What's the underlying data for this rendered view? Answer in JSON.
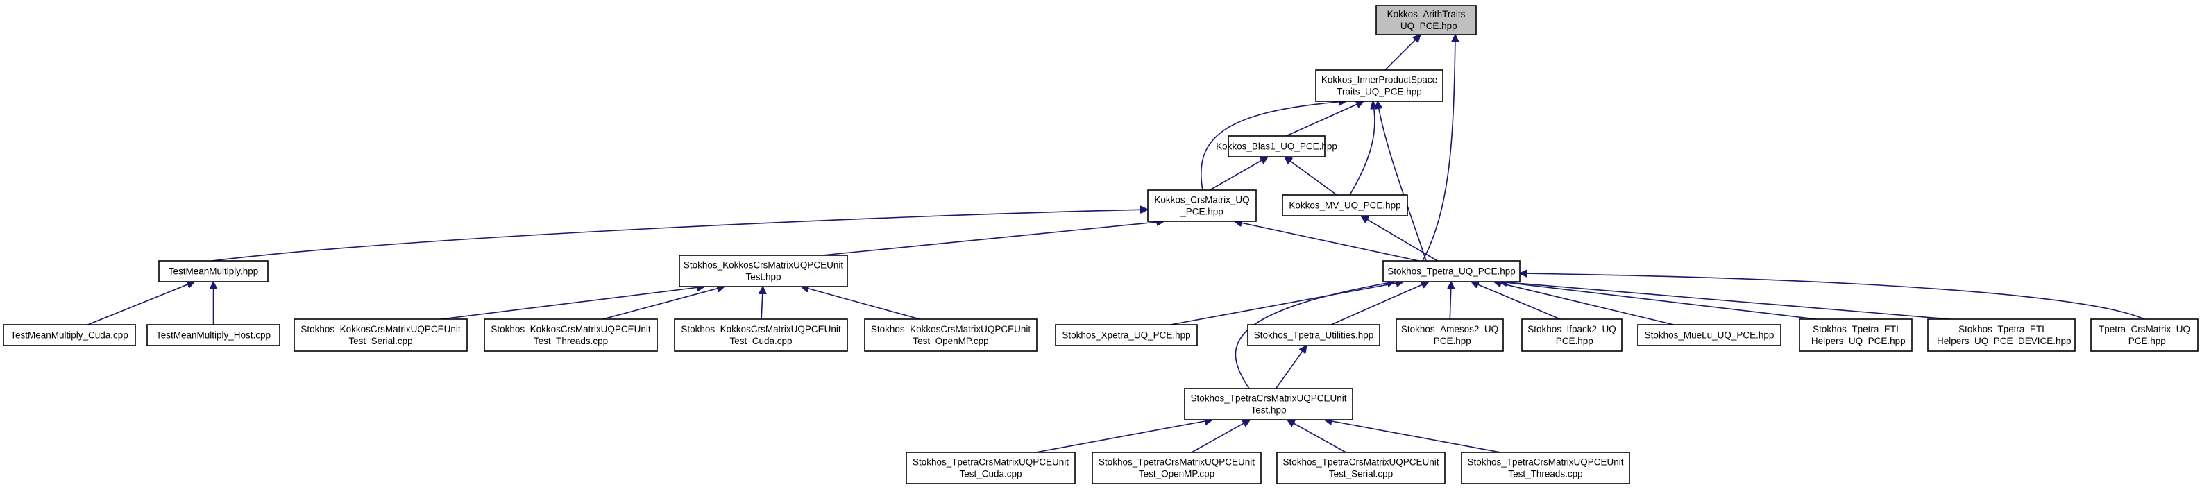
{
  "colors": {
    "edge": "#191970",
    "root_fill": "#bfbfbf",
    "node_fill": "#ffffff",
    "node_border": "#000000"
  },
  "nodes": [
    {
      "id": "n_root",
      "lines": [
        "Kokkos_ArithTraits",
        "_UQ_PCE.hpp"
      ],
      "root": true
    },
    {
      "id": "n_ips",
      "lines": [
        "Kokkos_InnerProductSpace",
        "Traits_UQ_PCE.hpp"
      ]
    },
    {
      "id": "n_blas1",
      "lines": [
        "Kokkos_Blas1_UQ_PCE.hpp"
      ]
    },
    {
      "id": "n_crs",
      "lines": [
        "Kokkos_CrsMatrix_UQ",
        "_PCE.hpp"
      ]
    },
    {
      "id": "n_mv",
      "lines": [
        "Kokkos_MV_UQ_PCE.hpp"
      ]
    },
    {
      "id": "n_tmm",
      "lines": [
        "TestMeanMultiply.hpp"
      ]
    },
    {
      "id": "n_kcrsunit",
      "lines": [
        "Stokhos_KokkosCrsMatrixUQPCEUnit",
        "Test.hpp"
      ]
    },
    {
      "id": "n_tpetra",
      "lines": [
        "Stokhos_Tpetra_UQ_PCE.hpp"
      ]
    },
    {
      "id": "n_tmm_cuda",
      "lines": [
        "TestMeanMultiply_Cuda.cpp"
      ]
    },
    {
      "id": "n_tmm_host",
      "lines": [
        "TestMeanMultiply_Host.cpp"
      ]
    },
    {
      "id": "n_k_serial",
      "lines": [
        "Stokhos_KokkosCrsMatrixUQPCEUnit",
        "Test_Serial.cpp"
      ]
    },
    {
      "id": "n_k_threads",
      "lines": [
        "Stokhos_KokkosCrsMatrixUQPCEUnit",
        "Test_Threads.cpp"
      ]
    },
    {
      "id": "n_k_cuda",
      "lines": [
        "Stokhos_KokkosCrsMatrixUQPCEUnit",
        "Test_Cuda.cpp"
      ]
    },
    {
      "id": "n_k_openmp",
      "lines": [
        "Stokhos_KokkosCrsMatrixUQPCEUnit",
        "Test_OpenMP.cpp"
      ]
    },
    {
      "id": "n_xpetra",
      "lines": [
        "Stokhos_Xpetra_UQ_PCE.hpp"
      ]
    },
    {
      "id": "n_tutil",
      "lines": [
        "Stokhos_Tpetra_Utilities.hpp"
      ]
    },
    {
      "id": "n_amesos",
      "lines": [
        "Stokhos_Amesos2_UQ",
        "_PCE.hpp"
      ]
    },
    {
      "id": "n_ifpack",
      "lines": [
        "Stokhos_Ifpack2_UQ",
        "_PCE.hpp"
      ]
    },
    {
      "id": "n_muelu",
      "lines": [
        "Stokhos_MueLu_UQ_PCE.hpp"
      ]
    },
    {
      "id": "n_eti",
      "lines": [
        "Stokhos_Tpetra_ETI",
        "_Helpers_UQ_PCE.hpp"
      ]
    },
    {
      "id": "n_eti_dev",
      "lines": [
        "Stokhos_Tpetra_ETI",
        "_Helpers_UQ_PCE_DEVICE.hpp"
      ]
    },
    {
      "id": "n_tcrs",
      "lines": [
        "Tpetra_CrsMatrix_UQ",
        "_PCE.hpp"
      ]
    },
    {
      "id": "n_tcrsunit",
      "lines": [
        "Stokhos_TpetraCrsMatrixUQPCEUnit",
        "Test.hpp"
      ]
    },
    {
      "id": "n_t_cuda",
      "lines": [
        "Stokhos_TpetraCrsMatrixUQPCEUnit",
        "Test_Cuda.cpp"
      ]
    },
    {
      "id": "n_t_openmp",
      "lines": [
        "Stokhos_TpetraCrsMatrixUQPCEUnit",
        "Test_OpenMP.cpp"
      ]
    },
    {
      "id": "n_t_serial",
      "lines": [
        "Stokhos_TpetraCrsMatrixUQPCEUnit",
        "Test_Serial.cpp"
      ]
    },
    {
      "id": "n_t_threads",
      "lines": [
        "Stokhos_TpetraCrsMatrixUQPCEUnit",
        "Test_Threads.cpp"
      ]
    }
  ],
  "edges": [
    {
      "from": "n_ips",
      "to": "n_root"
    },
    {
      "from": "n_tpetra",
      "to": "n_root"
    },
    {
      "from": "n_blas1",
      "to": "n_ips"
    },
    {
      "from": "n_crs",
      "to": "n_ips"
    },
    {
      "from": "n_mv",
      "to": "n_ips"
    },
    {
      "from": "n_tpetra",
      "to": "n_ips"
    },
    {
      "from": "n_crs",
      "to": "n_blas1"
    },
    {
      "from": "n_mv",
      "to": "n_blas1"
    },
    {
      "from": "n_tmm",
      "to": "n_crs"
    },
    {
      "from": "n_kcrsunit",
      "to": "n_crs"
    },
    {
      "from": "n_tpetra",
      "to": "n_crs"
    },
    {
      "from": "n_tpetra",
      "to": "n_mv"
    },
    {
      "from": "n_tmm_cuda",
      "to": "n_tmm"
    },
    {
      "from": "n_tmm_host",
      "to": "n_tmm"
    },
    {
      "from": "n_k_serial",
      "to": "n_kcrsunit"
    },
    {
      "from": "n_k_threads",
      "to": "n_kcrsunit"
    },
    {
      "from": "n_k_cuda",
      "to": "n_kcrsunit"
    },
    {
      "from": "n_k_openmp",
      "to": "n_kcrsunit"
    },
    {
      "from": "n_xpetra",
      "to": "n_tpetra"
    },
    {
      "from": "n_tutil",
      "to": "n_tpetra"
    },
    {
      "from": "n_amesos",
      "to": "n_tpetra"
    },
    {
      "from": "n_ifpack",
      "to": "n_tpetra"
    },
    {
      "from": "n_muelu",
      "to": "n_tpetra"
    },
    {
      "from": "n_eti",
      "to": "n_tpetra"
    },
    {
      "from": "n_eti_dev",
      "to": "n_tpetra"
    },
    {
      "from": "n_tcrs",
      "to": "n_tpetra"
    },
    {
      "from": "n_tcrsunit",
      "to": "n_tpetra"
    },
    {
      "from": "n_tcrsunit",
      "to": "n_tutil"
    },
    {
      "from": "n_t_cuda",
      "to": "n_tcrsunit"
    },
    {
      "from": "n_t_openmp",
      "to": "n_tcrsunit"
    },
    {
      "from": "n_t_serial",
      "to": "n_tcrsunit"
    },
    {
      "from": "n_t_threads",
      "to": "n_tcrsunit"
    }
  ]
}
